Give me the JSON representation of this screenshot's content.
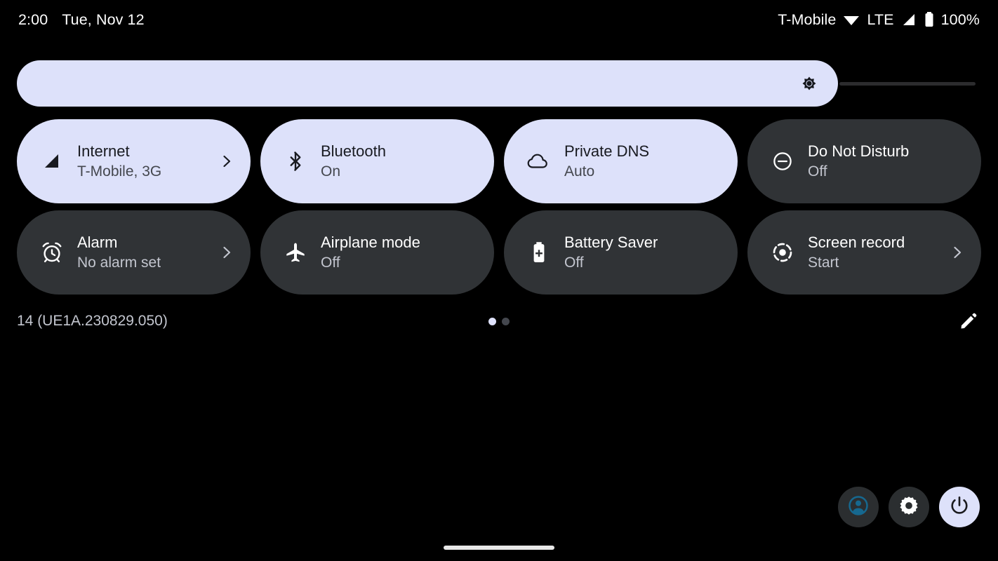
{
  "statusbar": {
    "clock": "2:00",
    "date": "Tue, Nov 12",
    "carrier": "T-Mobile",
    "wifi_icon": "wifi-icon",
    "network_type": "LTE",
    "signal_icon": "signal-bars-icon",
    "battery_icon": "battery-full-icon",
    "battery_level": "100%"
  },
  "brightness": {
    "icon": "brightness-icon",
    "fill_percent": 85,
    "accent": "#dde1fa"
  },
  "tiles": [
    {
      "id": "internet",
      "title": "Internet",
      "subtitle": "T-Mobile, 3G",
      "icon": "signal-bars-icon",
      "state": "active",
      "chevron": true
    },
    {
      "id": "bluetooth",
      "title": "Bluetooth",
      "subtitle": "On",
      "icon": "bluetooth-icon",
      "state": "active",
      "chevron": false
    },
    {
      "id": "private-dns",
      "title": "Private DNS",
      "subtitle": "Auto",
      "icon": "cloud-icon",
      "state": "active",
      "chevron": false
    },
    {
      "id": "do-not-disturb",
      "title": "Do Not Disturb",
      "subtitle": "Off",
      "icon": "do-not-disturb-icon",
      "state": "inactive",
      "chevron": false
    },
    {
      "id": "alarm",
      "title": "Alarm",
      "subtitle": "No alarm set",
      "icon": "alarm-clock-icon",
      "state": "inactive",
      "chevron": true
    },
    {
      "id": "airplane-mode",
      "title": "Airplane mode",
      "subtitle": "Off",
      "icon": "airplane-icon",
      "state": "inactive",
      "chevron": false
    },
    {
      "id": "battery-saver",
      "title": "Battery Saver",
      "subtitle": "Off",
      "icon": "battery-saver-icon",
      "state": "inactive",
      "chevron": false
    },
    {
      "id": "screen-record",
      "title": "Screen record",
      "subtitle": "Start",
      "icon": "screen-record-icon",
      "state": "inactive",
      "chevron": true
    }
  ],
  "footer": {
    "build_label": "14 (UE1A.230829.050)",
    "page_dots": {
      "total": 2,
      "active_index": 0
    },
    "edit_icon": "pencil-edit-icon"
  },
  "actions": [
    {
      "id": "user-switcher",
      "icon": "user-avatar-icon",
      "style": "dark",
      "color": "#16688f"
    },
    {
      "id": "settings",
      "icon": "gear-icon",
      "style": "dark",
      "color": "#ffffff"
    },
    {
      "id": "power",
      "icon": "power-icon",
      "style": "light",
      "color": "#1b1b1f"
    }
  ],
  "colors": {
    "background": "#000000",
    "tile_active": "#dde1fa",
    "tile_inactive": "#303336",
    "text_primary": "#ffffff",
    "text_secondary": "#c3c6cf"
  }
}
